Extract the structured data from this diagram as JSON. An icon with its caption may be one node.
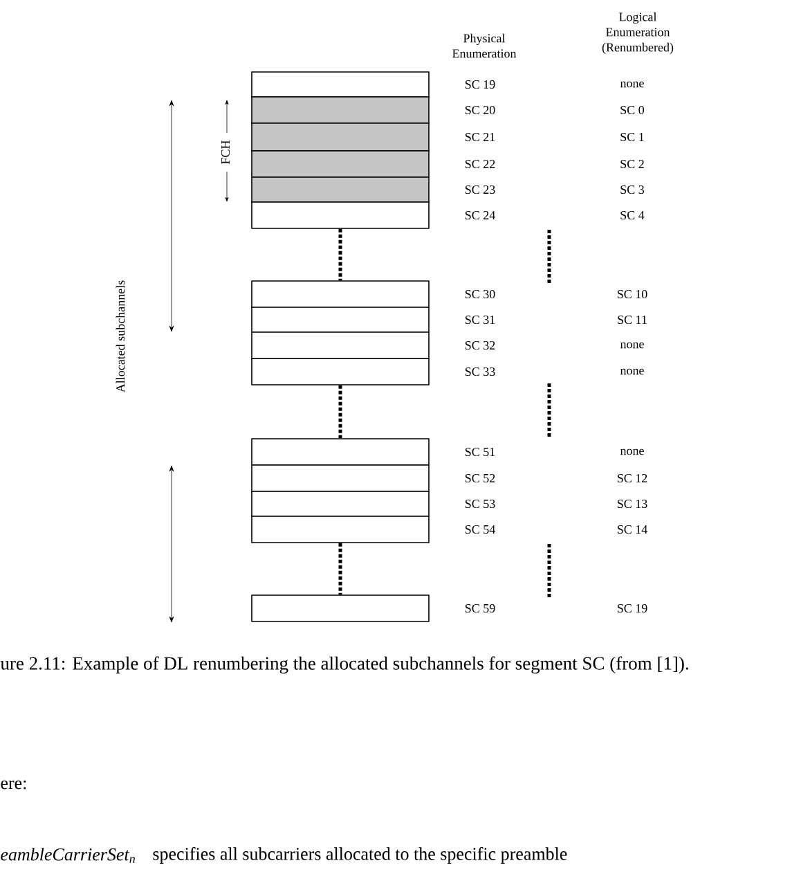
{
  "diagram": {
    "caption": "ure 2.11: Example of DL renumbering the allocated subchannels for segment SC (from [1]).",
    "nodes": [
      {
        "text": [],
        "shape": "box",
        "beside": [
          "SC 19"
        ]
      },
      {
        "text": [],
        "shape": "box",
        "beside": [
          "SC 20"
        ]
      },
      {
        "text": [],
        "shape": "box",
        "beside": [
          "SC 21"
        ]
      },
      {
        "text": [],
        "shape": "box",
        "beside": [
          "SC 22"
        ]
      },
      {
        "text": [],
        "shape": "box",
        "beside": [
          "SC 23"
        ]
      },
      {
        "text": [],
        "shape": "box",
        "beside": [
          "SC 24"
        ]
      },
      {
        "text": [],
        "shape": "box",
        "beside": [
          "SC 30"
        ]
      },
      {
        "text": [],
        "shape": "box",
        "beside": [
          "SC 31"
        ]
      },
      {
        "text": [],
        "shape": "box",
        "beside": [
          "SC 32"
        ]
      },
      {
        "text": [],
        "shape": "box",
        "beside": [
          "SC 33"
        ]
      },
      {
        "text": [],
        "shape": "box",
        "beside": [
          "SC 51"
        ]
      },
      {
        "text": [],
        "shape": "box",
        "beside": [
          "SC 52"
        ]
      },
      {
        "text": [],
        "shape": "box",
        "beside": [
          "SC 53"
        ]
      },
      {
        "text": [],
        "shape": "box",
        "beside": [
          "SC 54"
        ]
      },
      {
        "text": [],
        "shape": "box",
        "beside": [
          "SC 59"
        ]
      }
    ],
    "edges": [
      {
        "from": 5,
        "to": 6,
        "arrow": "none",
        "style": "dashed"
      },
      {
        "from": 9,
        "to": 10,
        "arrow": "none",
        "style": "dashed"
      },
      {
        "from": 13,
        "to": 14,
        "arrow": "none",
        "style": "dashed"
      }
    ],
    "labels": [
      "Physical Enumeration",
      "Logical Enumeration (Renumbered)",
      "none",
      "SC 0",
      "SC 1",
      "SC 2",
      "SC 3",
      "SC 4",
      "SC 10",
      "SC 11",
      "none",
      "none",
      "none",
      "SC 12",
      "SC 13",
      "SC 14",
      "SC 19",
      "FCH",
      "Allocated subchannels",
      "ere:",
      "*eambleCarrierSet*$_{n}$",
      "specifies all subcarriers allocated to the specific preamble"
    ]
  }
}
